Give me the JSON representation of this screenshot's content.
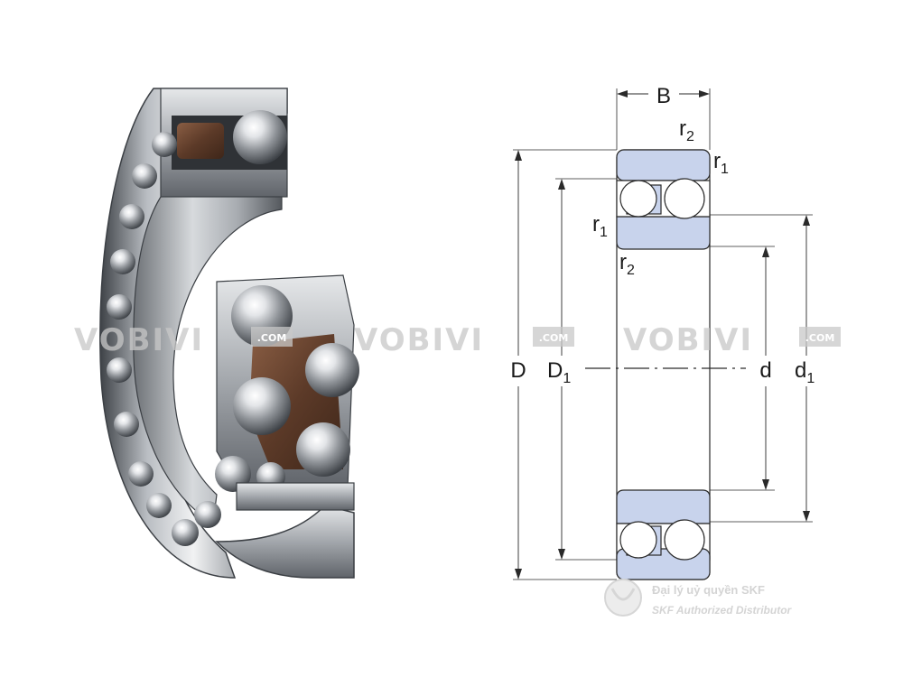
{
  "watermark": {
    "brand": "VOBIVI",
    "suffix": ".COM"
  },
  "dimensions": {
    "B": "B",
    "D": "D",
    "D1": "D",
    "D1_sub": "1",
    "d": "d",
    "d1": "d",
    "d1_sub": "1",
    "r1_top": "r",
    "r1_top_sub": "1",
    "r2_top": "r",
    "r2_top_sub": "2",
    "r1_mid": "r",
    "r1_mid_sub": "1",
    "r2_mid": "r",
    "r2_mid_sub": "2"
  },
  "distributor": {
    "line1": "Đại lý uỷ quyền SKF",
    "line2": "SKF Authorized Distributor"
  },
  "colors": {
    "ring_fill": "#c8d3ec",
    "steel_light": "#e9ecef",
    "steel_dark": "#5a5e63",
    "cage_brown": "#6b4632"
  }
}
